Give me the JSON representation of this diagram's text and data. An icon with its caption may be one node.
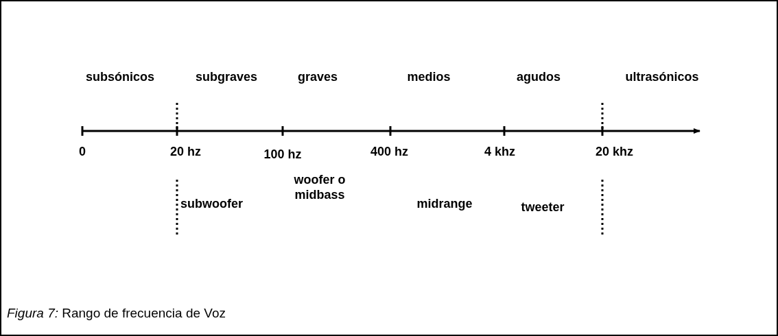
{
  "diagram": {
    "caption": "*Figura 7:* Rango de frecuencia de Voz",
    "labels": [
      "subsónicos",
      "subgraves",
      "graves",
      "medios",
      "agudos",
      "ultrasónicos",
      "0",
      "20 hz",
      "100 hz",
      "400 hz",
      "4 khz",
      "20 khz",
      "subwoofer",
      "woofer o midbass",
      "midrange",
      "tweeter"
    ]
  }
}
